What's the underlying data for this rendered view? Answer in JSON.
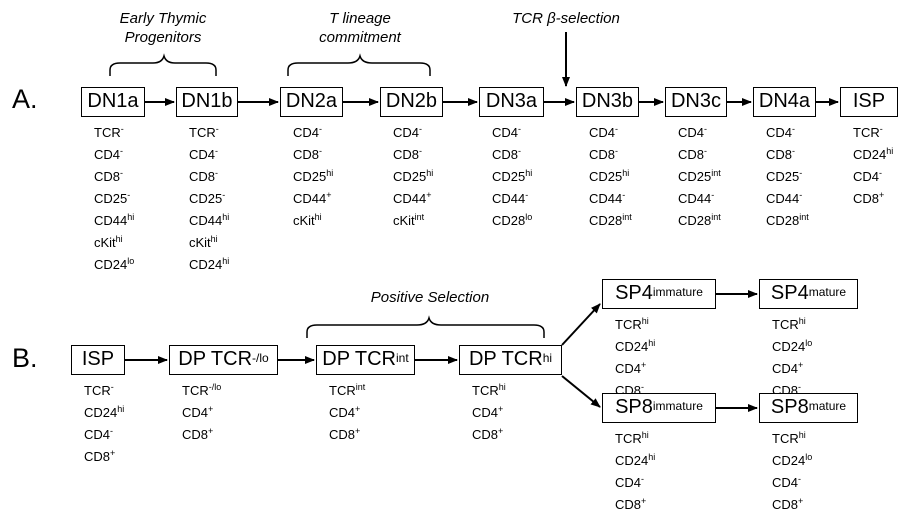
{
  "sections": {
    "a": "A.",
    "b": "B."
  },
  "labels": {
    "etp_line1": "Early Thymic",
    "etp_line2": "Progenitors",
    "tlc_line1": "T lineage",
    "tlc_line2": "commitment",
    "beta_selection": "TCR β-selection",
    "positive_selection": "Positive Selection"
  },
  "stages_a": [
    {
      "key": "dn1a",
      "base": "DN1a",
      "sup": "",
      "markers": [
        {
          "b": "TCR",
          "s": "-"
        },
        {
          "b": "CD4",
          "s": "-"
        },
        {
          "b": "CD8",
          "s": "-"
        },
        {
          "b": "CD25",
          "s": "-"
        },
        {
          "b": "CD44",
          "s": "hi"
        },
        {
          "b": "cKit",
          "s": "hi"
        },
        {
          "b": "CD24",
          "s": "lo"
        }
      ]
    },
    {
      "key": "dn1b",
      "base": "DN1b",
      "sup": "",
      "markers": [
        {
          "b": "TCR",
          "s": "-"
        },
        {
          "b": "CD4",
          "s": "-"
        },
        {
          "b": "CD8",
          "s": "-"
        },
        {
          "b": "CD25",
          "s": "-"
        },
        {
          "b": "CD44",
          "s": "hi"
        },
        {
          "b": "cKit",
          "s": "hi"
        },
        {
          "b": "CD24",
          "s": "hi"
        }
      ]
    },
    {
      "key": "dn2a",
      "base": "DN2a",
      "sup": "",
      "markers": [
        {
          "b": "CD4",
          "s": "-"
        },
        {
          "b": "CD8",
          "s": "-"
        },
        {
          "b": "CD25",
          "s": "hi"
        },
        {
          "b": "CD44",
          "s": "+"
        },
        {
          "b": "cKit",
          "s": "hi"
        }
      ]
    },
    {
      "key": "dn2b",
      "base": "DN2b",
      "sup": "",
      "markers": [
        {
          "b": "CD4",
          "s": "-"
        },
        {
          "b": "CD8",
          "s": "-"
        },
        {
          "b": "CD25",
          "s": "hi"
        },
        {
          "b": "CD44",
          "s": "+"
        },
        {
          "b": "cKit",
          "s": "int"
        }
      ]
    },
    {
      "key": "dn3a",
      "base": "DN3a",
      "sup": "",
      "markers": [
        {
          "b": "CD4",
          "s": "-"
        },
        {
          "b": "CD8",
          "s": "-"
        },
        {
          "b": "CD25",
          "s": "hi"
        },
        {
          "b": "CD44",
          "s": "-"
        },
        {
          "b": "CD28",
          "s": "lo"
        }
      ]
    },
    {
      "key": "dn3b",
      "base": "DN3b",
      "sup": "",
      "markers": [
        {
          "b": "CD4",
          "s": "-"
        },
        {
          "b": "CD8",
          "s": "-"
        },
        {
          "b": "CD25",
          "s": "hi"
        },
        {
          "b": "CD44",
          "s": "-"
        },
        {
          "b": "CD28",
          "s": "int"
        }
      ]
    },
    {
      "key": "dn3c",
      "base": "DN3c",
      "sup": "",
      "markers": [
        {
          "b": "CD4",
          "s": "-"
        },
        {
          "b": "CD8",
          "s": "-"
        },
        {
          "b": "CD25",
          "s": "int"
        },
        {
          "b": "CD44",
          "s": "-"
        },
        {
          "b": "CD28",
          "s": "int"
        }
      ]
    },
    {
      "key": "dn4a",
      "base": "DN4a",
      "sup": "",
      "markers": [
        {
          "b": "CD4",
          "s": "-"
        },
        {
          "b": "CD8",
          "s": "-"
        },
        {
          "b": "CD25",
          "s": "-"
        },
        {
          "b": "CD44",
          "s": "-"
        },
        {
          "b": "CD28",
          "s": "int"
        }
      ]
    },
    {
      "key": "isp-a",
      "base": "ISP",
      "sup": "",
      "markers": [
        {
          "b": "TCR",
          "s": "-"
        },
        {
          "b": "CD24",
          "s": "hi"
        },
        {
          "b": "CD4",
          "s": "-"
        },
        {
          "b": "CD8",
          "s": "+"
        }
      ]
    }
  ],
  "stages_b": [
    {
      "key": "isp-b",
      "base": "ISP",
      "sup": "",
      "markers": [
        {
          "b": "TCR",
          "s": "-"
        },
        {
          "b": "CD24",
          "s": "hi"
        },
        {
          "b": "CD4",
          "s": "-"
        },
        {
          "b": "CD8",
          "s": "+"
        }
      ]
    },
    {
      "key": "dp-tcr-lo",
      "base": "DP TCR",
      "sup": "-/lo",
      "markers": [
        {
          "b": "TCR",
          "s": "-/lo"
        },
        {
          "b": "CD4",
          "s": "+"
        },
        {
          "b": "CD8",
          "s": "+"
        }
      ]
    },
    {
      "key": "dp-tcr-int",
      "base": "DP TCR",
      "sup": "int",
      "markers": [
        {
          "b": "TCR",
          "s": "int"
        },
        {
          "b": "CD4",
          "s": "+"
        },
        {
          "b": "CD8",
          "s": "+"
        }
      ]
    },
    {
      "key": "dp-tcr-hi",
      "base": "DP TCR",
      "sup": "hi",
      "markers": [
        {
          "b": "TCR",
          "s": "hi"
        },
        {
          "b": "CD4",
          "s": "+"
        },
        {
          "b": "CD8",
          "s": "+"
        }
      ]
    },
    {
      "key": "sp4-immature",
      "base": "SP4",
      "sup": "immature",
      "markers": [
        {
          "b": "TCR",
          "s": "hi"
        },
        {
          "b": "CD24",
          "s": "hi"
        },
        {
          "b": "CD4",
          "s": "+"
        },
        {
          "b": "CD8",
          "s": "-"
        }
      ]
    },
    {
      "key": "sp4-mature",
      "base": "SP4",
      "sup": "mature",
      "markers": [
        {
          "b": "TCR",
          "s": "hi"
        },
        {
          "b": "CD24",
          "s": "lo"
        },
        {
          "b": "CD4",
          "s": "+"
        },
        {
          "b": "CD8",
          "s": "-"
        }
      ]
    },
    {
      "key": "sp8-immature",
      "base": "SP8",
      "sup": "immature",
      "markers": [
        {
          "b": "TCR",
          "s": "hi"
        },
        {
          "b": "CD24",
          "s": "hi"
        },
        {
          "b": "CD4",
          "s": "-"
        },
        {
          "b": "CD8",
          "s": "+"
        }
      ]
    },
    {
      "key": "sp8-mature",
      "base": "SP8",
      "sup": "mature",
      "markers": [
        {
          "b": "TCR",
          "s": "hi"
        },
        {
          "b": "CD24",
          "s": "lo"
        },
        {
          "b": "CD4",
          "s": "-"
        },
        {
          "b": "CD8",
          "s": "+"
        }
      ]
    }
  ]
}
